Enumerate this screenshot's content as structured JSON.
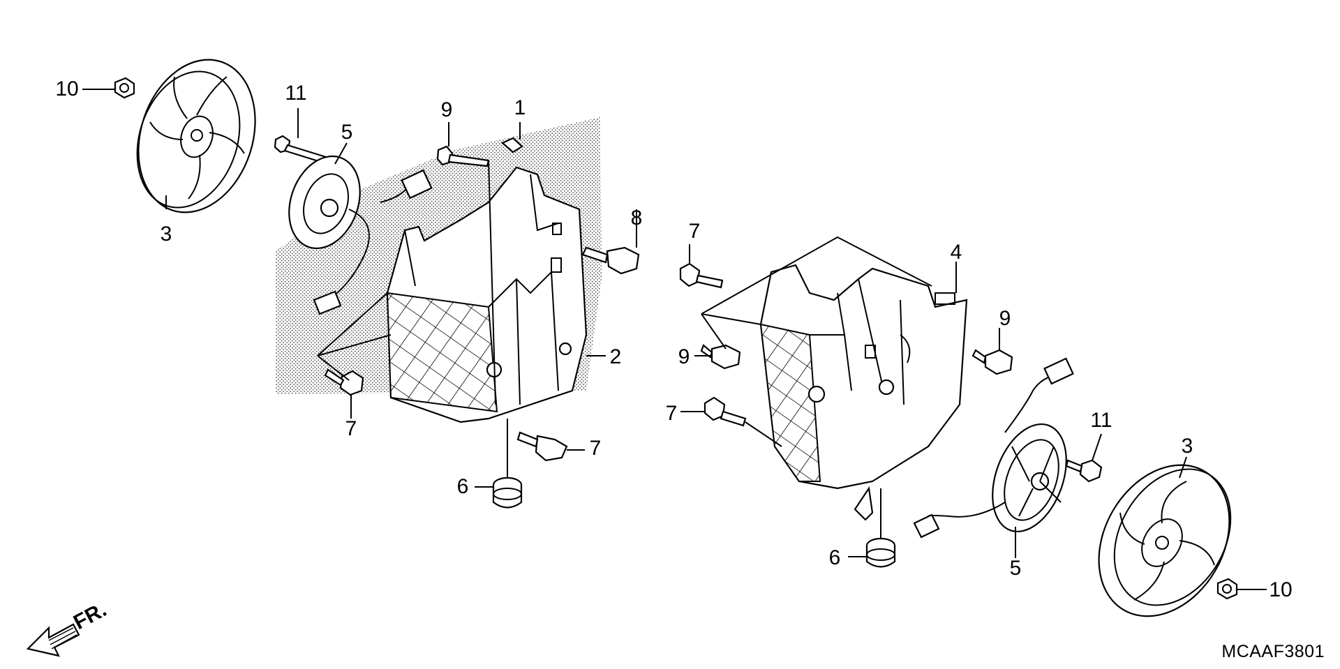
{
  "diagram_code": "MCAAF3801",
  "direction_label": "FR.",
  "callouts": [
    {
      "id": "left-10",
      "text": "10"
    },
    {
      "id": "left-3",
      "text": "3"
    },
    {
      "id": "left-11",
      "text": "11"
    },
    {
      "id": "left-5",
      "text": "5"
    },
    {
      "id": "top-9",
      "text": "9"
    },
    {
      "id": "top-1",
      "text": "1"
    },
    {
      "id": "left-8",
      "text": "8"
    },
    {
      "id": "left-2",
      "text": "2"
    },
    {
      "id": "left-7a",
      "text": "7"
    },
    {
      "id": "left-7b",
      "text": "7"
    },
    {
      "id": "left-6",
      "text": "6"
    },
    {
      "id": "right-7a",
      "text": "7"
    },
    {
      "id": "right-9a",
      "text": "9"
    },
    {
      "id": "right-7b",
      "text": "7"
    },
    {
      "id": "right-4",
      "text": "4"
    },
    {
      "id": "right-9b",
      "text": "9"
    },
    {
      "id": "right-11",
      "text": "11"
    },
    {
      "id": "right-3",
      "text": "3"
    },
    {
      "id": "right-5",
      "text": "5"
    },
    {
      "id": "right-6",
      "text": "6"
    },
    {
      "id": "right-10",
      "text": "10"
    }
  ]
}
